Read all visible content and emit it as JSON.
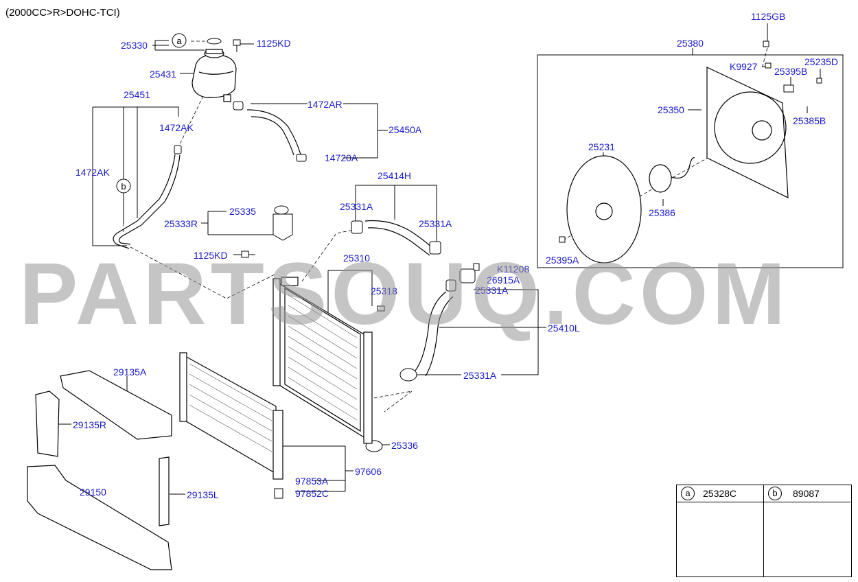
{
  "header": {
    "title": "(2000CC>R>DOHC-TCI)"
  },
  "watermark": "PARTSOUQ.COM",
  "callouts": {
    "c25330": "25330",
    "c1125KD_top": "1125KD",
    "c25431": "25431",
    "c25451": "25451",
    "c1472AK_top": "1472AK",
    "c1472AR": "1472AR",
    "c25450A": "25450A",
    "c14720A": "14720A",
    "c1472AK_left": "1472AK",
    "c25414H": "25414H",
    "c25331A_a": "25331A",
    "c25331A_b": "25331A",
    "c25335": "25335",
    "c25333R": "25333R",
    "c1125KD_mid": "1125KD",
    "c25310": "25310",
    "c25318": "25318",
    "cK11208": "K11208",
    "c26915A": "26915A",
    "c25331A_c": "25331A",
    "c25410L": "25410L",
    "c25331A_d": "25331A",
    "c29135A": "29135A",
    "c29135R": "29135R",
    "c25336": "25336",
    "c97853A": "97853A",
    "c97606": "97606",
    "c97852C": "97852C",
    "c29150": "29150",
    "c29135L": "29135L",
    "c1125GB": "1125GB",
    "c25380": "25380",
    "cK9927": "K9927",
    "c25235D": "25235D",
    "c25395B": "25395B",
    "c25350": "25350",
    "c25385B": "25385B",
    "c25231": "25231",
    "c25386": "25386",
    "c25395A": "25395A"
  },
  "refs": {
    "a": "a",
    "b": "b"
  },
  "legend": {
    "left": {
      "ref": "a",
      "part": "25328C"
    },
    "right": {
      "ref": "b",
      "part": "89087"
    }
  },
  "colors": {
    "callout": "#1a1acc",
    "line": "#000000",
    "watermark": "#969696"
  }
}
